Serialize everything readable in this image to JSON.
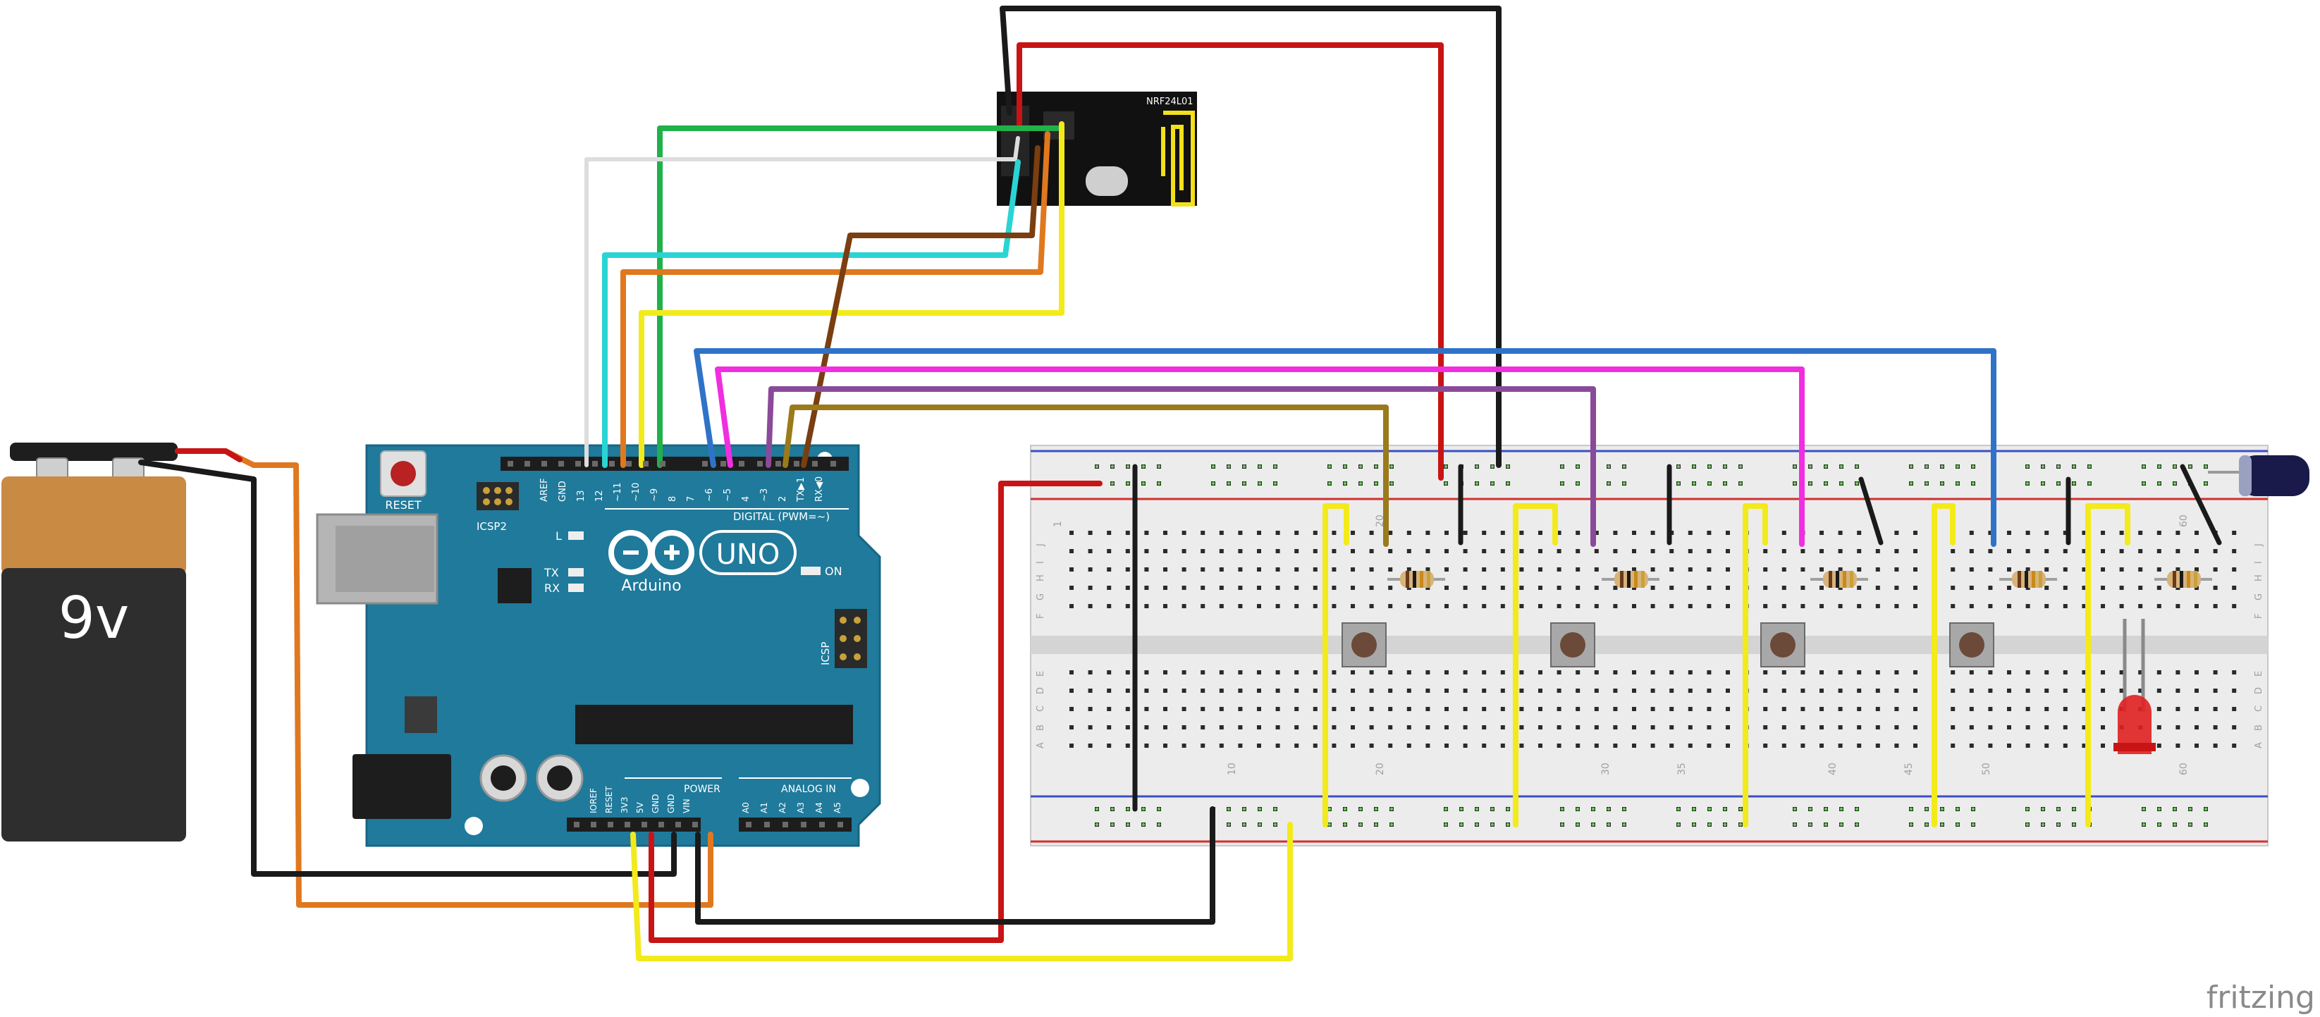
{
  "battery": {
    "label": "9v"
  },
  "arduino": {
    "brand": "Arduino",
    "model": "UNO",
    "reset_label": "RESET",
    "icsp2_label": "ICSP2",
    "icsp_label": "ICSP",
    "digital_label": "DIGITAL (PWM=~)",
    "power_label": "POWER",
    "analog_label": "ANALOG IN",
    "led_l": "L",
    "led_tx": "TX",
    "led_rx": "RX",
    "led_on": "ON",
    "digital_pins": [
      "AREF",
      "GND",
      "13",
      "12",
      "~11",
      "~10",
      "~9",
      "8",
      "7",
      "~6",
      "~5",
      "4",
      "~3",
      "2",
      "TX▶1",
      "RX◀0"
    ],
    "power_pins": [
      "IOREF",
      "RESET",
      "3V3",
      "5V",
      "GND",
      "GND",
      "VIN"
    ],
    "analog_pins": [
      "A0",
      "A1",
      "A2",
      "A3",
      "A4",
      "A5"
    ]
  },
  "radio": {
    "label": "NRF24L01"
  },
  "breadboard": {
    "column_numbers": [
      "1",
      "10",
      "20",
      "30",
      "35",
      "40",
      "45",
      "50",
      "60"
    ],
    "row_letters_top": [
      "J",
      "I",
      "H",
      "G",
      "F"
    ],
    "row_letters_bottom": [
      "E",
      "D",
      "C",
      "B",
      "A"
    ]
  },
  "watermark": "fritzing",
  "colors": {
    "arduino": "#1f7a9b",
    "battery_top": "#c98a44",
    "battery_body": "#2e2e2e",
    "radio": "#111111",
    "breadboard": "#ececec",
    "wire_red": "#c81414",
    "wire_black": "#1a1a1a",
    "wire_yellow": "#f3ea1b",
    "wire_green": "#21b14a",
    "wire_white": "#dddddd",
    "wire_cyan": "#2ad4d4",
    "wire_orange": "#e0781f",
    "wire_brown": "#7a3e10",
    "wire_blue": "#2f73c9",
    "wire_magenta": "#f02ee0",
    "wire_purple": "#8a4a9a",
    "wire_olive": "#9a7a1a",
    "led": "#e02020",
    "capacitor": "#1a1a4a"
  }
}
